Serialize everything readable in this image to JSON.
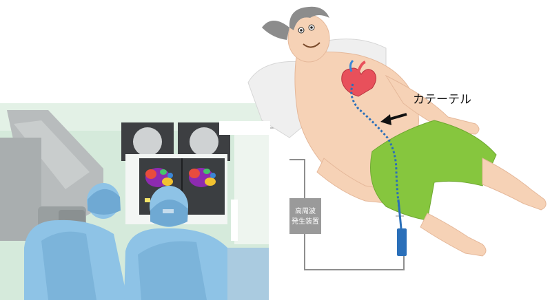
{
  "labels": {
    "catheter": "カテーテル",
    "generator_line1": "高周波",
    "generator_line2": "発生装置"
  },
  "colors": {
    "skin": "#f6d2b6",
    "shorts": "#86c63e",
    "scrubs": "#8ec3e6",
    "room_background": "#d5eadb",
    "catheter_line": "#2a6fb9",
    "generator_box": "#9a9a9a"
  },
  "icons": [
    "heart-icon",
    "arrow-left-icon",
    "catheter-handle-icon"
  ]
}
